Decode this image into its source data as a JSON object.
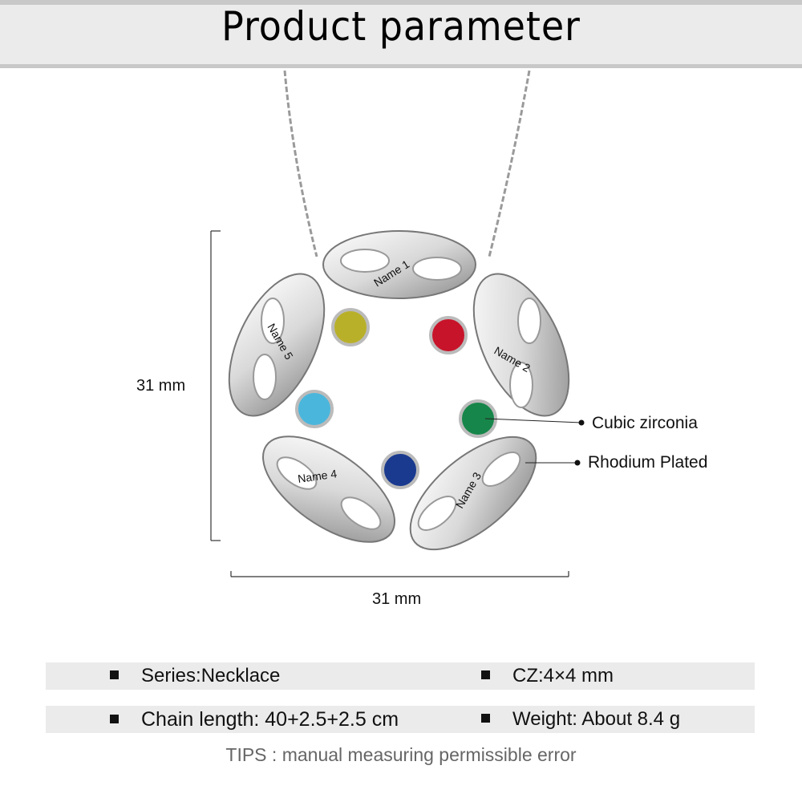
{
  "header": {
    "title": "Product parameter"
  },
  "dimensions": {
    "height": "31 mm",
    "width": "31 mm"
  },
  "pendant": {
    "names": [
      "Name 1",
      "Name 2",
      "Name 3",
      "Name 4",
      "Name 5"
    ],
    "gem_colors": [
      "#b9b02a",
      "#c8142a",
      "#17864a",
      "#1a3a8f",
      "#4bb6dc"
    ]
  },
  "callouts": {
    "stone": "Cubic zirconia",
    "plating": "Rhodium Plated"
  },
  "specs": {
    "series": "Series:Necklace",
    "cz": "CZ:4×4 mm",
    "chain": "Chain length:  40+2.5+2.5 cm",
    "weight": "Weight: About 8.4 g"
  },
  "tips": "TIPS : manual measuring permissible error"
}
